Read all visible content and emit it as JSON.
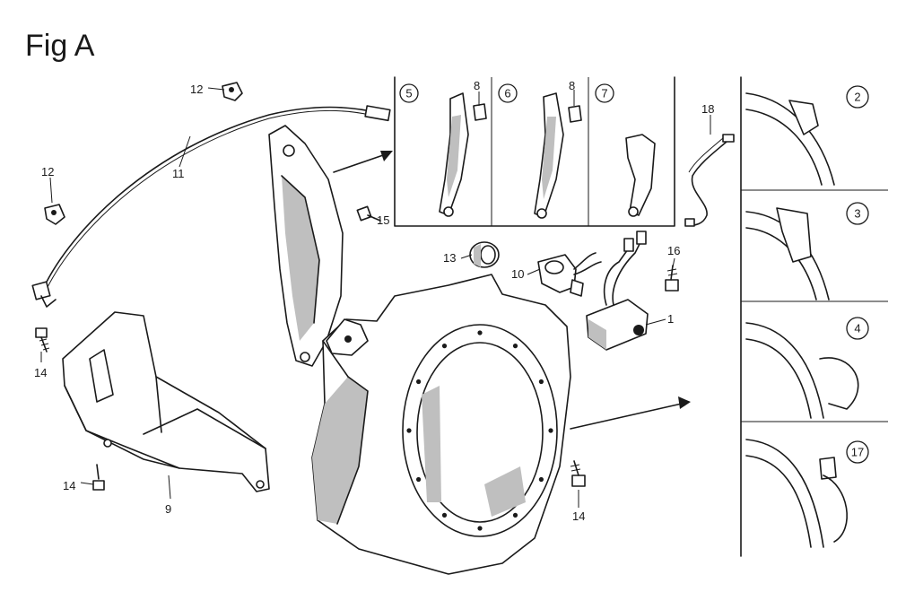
{
  "figure": {
    "title": "Fig A"
  },
  "callouts": {
    "c1": "1",
    "c9": "9",
    "c10": "10",
    "c11": "11",
    "c12a": "12",
    "c12b": "12",
    "c13": "13",
    "c14a": "14",
    "c14b": "14",
    "c14c": "14",
    "c15": "15",
    "c16": "16",
    "c18": "18"
  },
  "variants": {
    "v5": "5",
    "v6": "6",
    "v7": "7",
    "v8a": "8",
    "v8b": "8",
    "v2": "2",
    "v3": "3",
    "v4": "4",
    "v17": "17"
  }
}
